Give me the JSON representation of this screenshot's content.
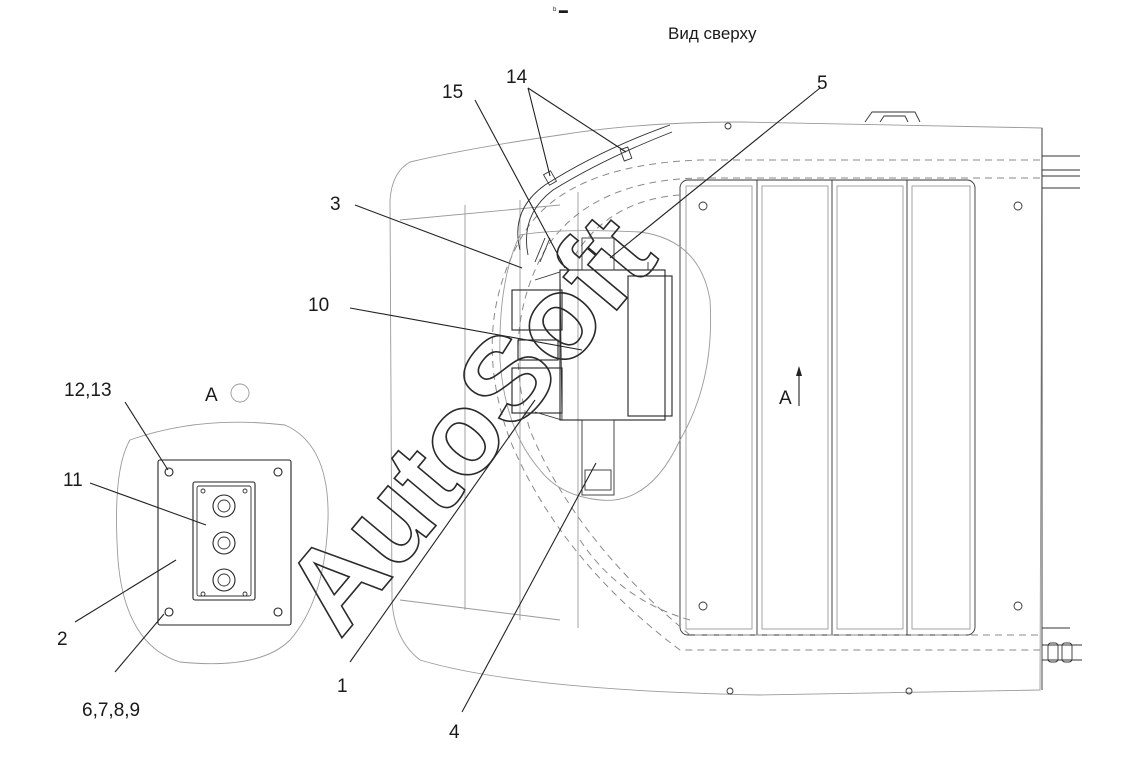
{
  "title": "Вид сверху",
  "view_label": "A",
  "callout_view_label": "A",
  "watermark": "AutoSoft",
  "top_mark": "ᵇ ▬",
  "callouts": [
    "1",
    "2",
    "3",
    "4",
    "5",
    "6,7,8,9",
    "10",
    "11",
    "12,13",
    "14",
    "15"
  ]
}
